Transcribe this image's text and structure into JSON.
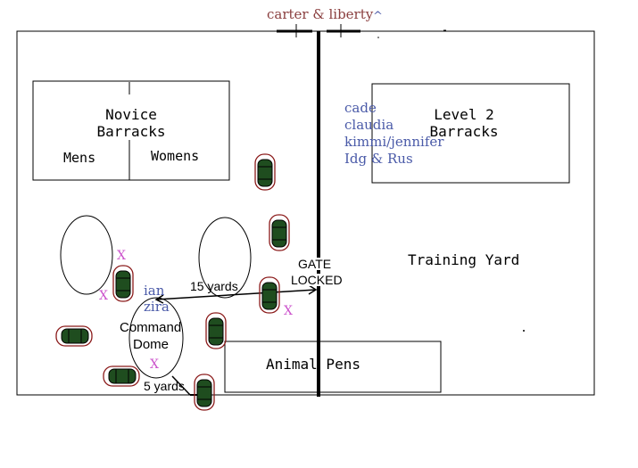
{
  "top_label": "carter & liberty",
  "caret": "^",
  "novice_barracks": {
    "title": "Novice Barracks",
    "mens": "Mens",
    "womens": "Womens"
  },
  "level2_barracks": {
    "title": "Level 2 Barracks"
  },
  "names_list": [
    "cade",
    "claudia",
    "kimmi/jennifer",
    "Idg & Rus"
  ],
  "ian_zira": [
    "ian",
    "zira"
  ],
  "command_dome": [
    "Command",
    "Dome"
  ],
  "distances": {
    "fifteen": "15 yards",
    "five": "5 yards"
  },
  "gate": [
    "GATE",
    "LOCKED"
  ],
  "training_yard": "Training Yard",
  "animal_pens": "Animal Pens",
  "x_mark": "X",
  "colors": {
    "name_text": "#4a5aa8",
    "top_label": "#8b4040",
    "x_mark": "#cc55cc",
    "vehicle_body": "#1f4d1f",
    "vehicle_ring": "#8b1a1a",
    "wall": "#000000"
  }
}
